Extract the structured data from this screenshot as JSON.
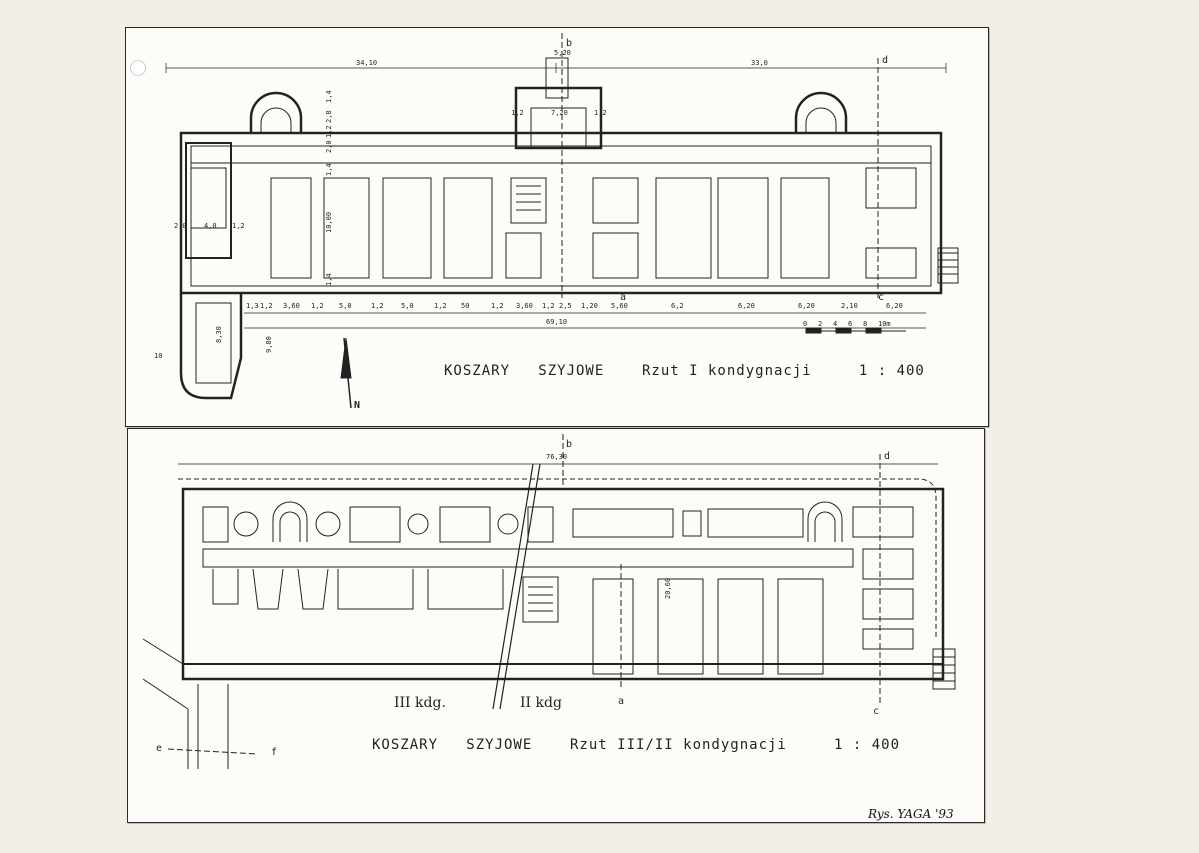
{
  "top_plan": {
    "title": "KOSZARY   SZYJOWE    Rzut I kondygnacji     1 : 400",
    "dims_overall": {
      "left": "34,10",
      "right": "33,0",
      "bottom_total": "69,10"
    },
    "dims_top_center": [
      "5,20",
      "7,20",
      "1,2",
      "1,2"
    ],
    "dims_bottom": [
      "1,3",
      "1,2",
      "3,60",
      "1,2",
      "5,0",
      "1,2",
      "5,0",
      "1,2",
      "50",
      "1,2",
      "3,60",
      "1,2",
      "2,5",
      "1,20",
      "5,60",
      "6,2",
      "6,20",
      "6,20",
      "2,10",
      "6,20"
    ],
    "dims_vertical": [
      "1,4",
      "2,8",
      "1,2",
      "2,0",
      "1,4",
      "10,00",
      "1,4"
    ],
    "dims_left": [
      "2,0",
      "4,0",
      "1,2",
      "8,30",
      "9,80",
      "10"
    ],
    "section_marks": {
      "a": "a",
      "b": "b",
      "c": "c",
      "d": "d"
    },
    "scale_bar": {
      "labels": [
        "0",
        "2",
        "4",
        "6",
        "8",
        "10m"
      ]
    },
    "north": "N"
  },
  "bottom_plan": {
    "title": "KOSZARY   SZYJOWE    Rzut III/II kondygnacji     1 : 400",
    "dim_total": "76,30",
    "dim_inner": "20,60",
    "level_labels": {
      "iii": "III kdg.",
      "ii": "II kdg"
    },
    "section_marks": {
      "a": "a",
      "b": "b",
      "c": "c",
      "d": "d",
      "e": "e",
      "f": "f"
    }
  },
  "signature": "Rys. YAGA '93",
  "colors": {
    "paper": "#fdfcf9",
    "background": "#f3efe6",
    "ink": "#222222"
  }
}
